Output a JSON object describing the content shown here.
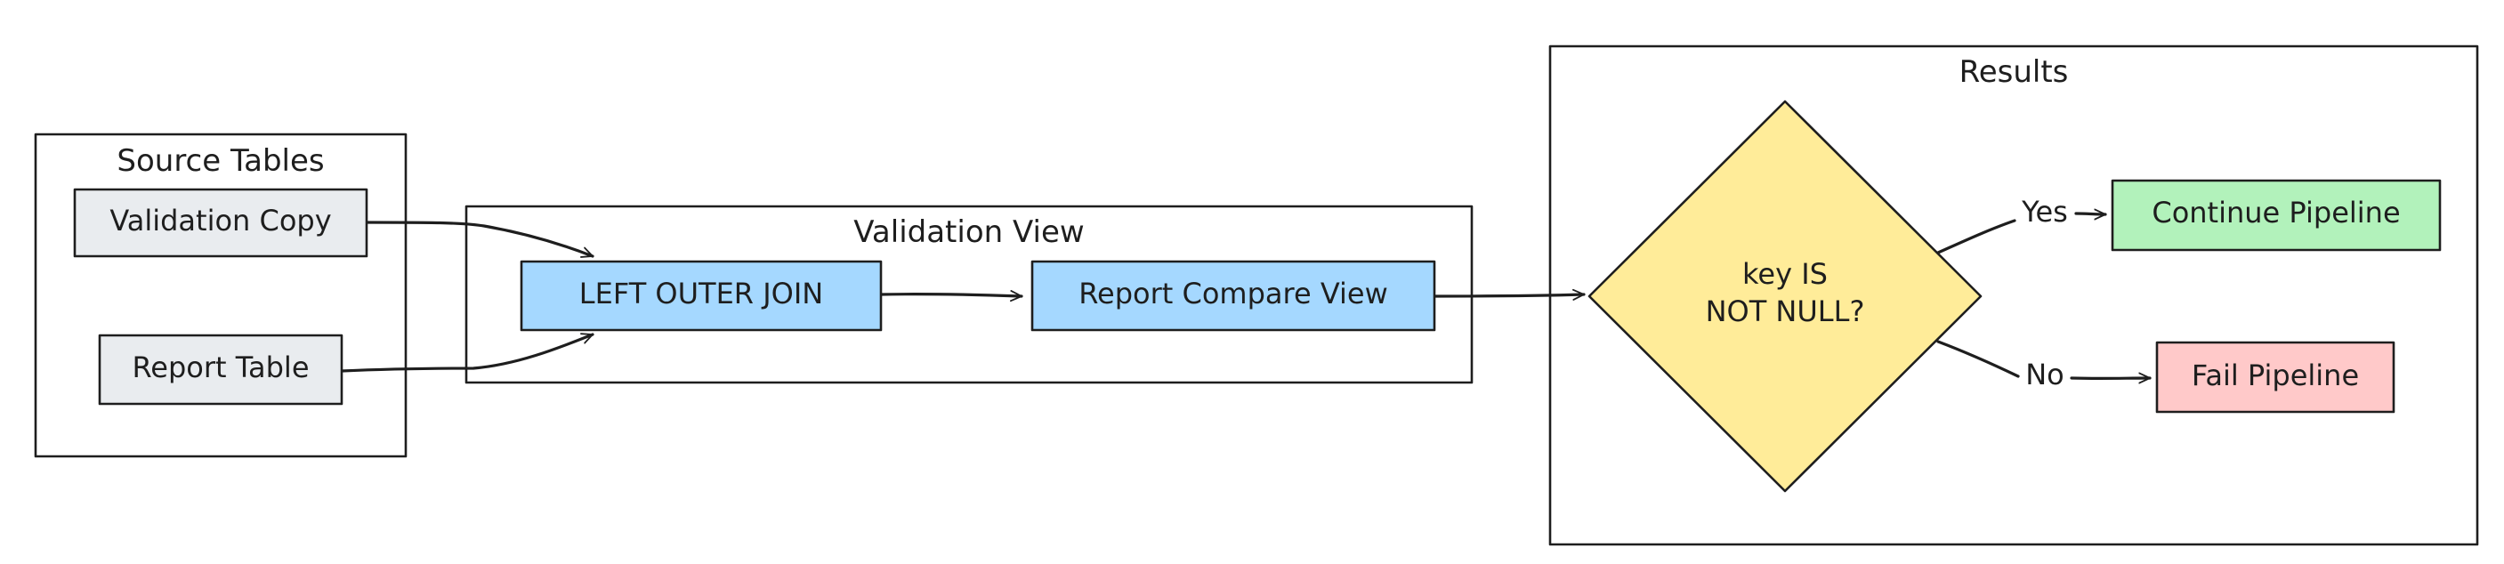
{
  "groups": {
    "source": {
      "title": "Source Tables"
    },
    "validation": {
      "title": "Validation View"
    },
    "results": {
      "title": "Results"
    }
  },
  "nodes": {
    "validation_copy": {
      "label": "Validation Copy",
      "fill": "#e9ecef"
    },
    "report_table": {
      "label": "Report Table",
      "fill": "#e9ecef"
    },
    "left_outer_join": {
      "label": "LEFT OUTER JOIN",
      "fill": "#a5d8ff"
    },
    "report_compare_view": {
      "label": "Report Compare View",
      "fill": "#a5d8ff"
    },
    "decision": {
      "line1": "key IS",
      "line2": "NOT NULL?",
      "fill": "#ffec99"
    },
    "continue_pipeline": {
      "label": "Continue Pipeline",
      "fill": "#b2f2bb"
    },
    "fail_pipeline": {
      "label": "Fail Pipeline",
      "fill": "#ffc9c9"
    }
  },
  "edges": {
    "yes_label": "Yes",
    "no_label": "No"
  }
}
